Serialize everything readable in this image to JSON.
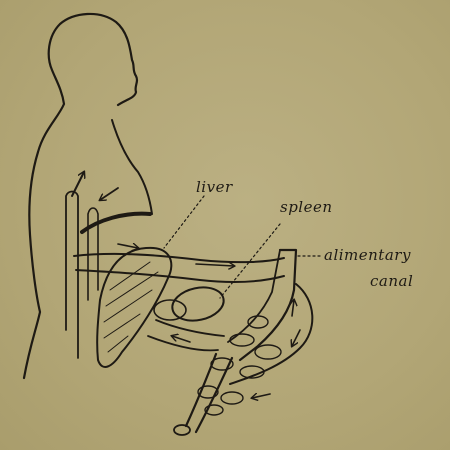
{
  "diagram": {
    "labels": {
      "liver": "liver",
      "spleen": "spleen",
      "alimentary_line1": "alimentary",
      "alimentary_line2": "canal"
    },
    "colors": {
      "paper": "#b3a878",
      "ink": "#1e1a14"
    }
  }
}
